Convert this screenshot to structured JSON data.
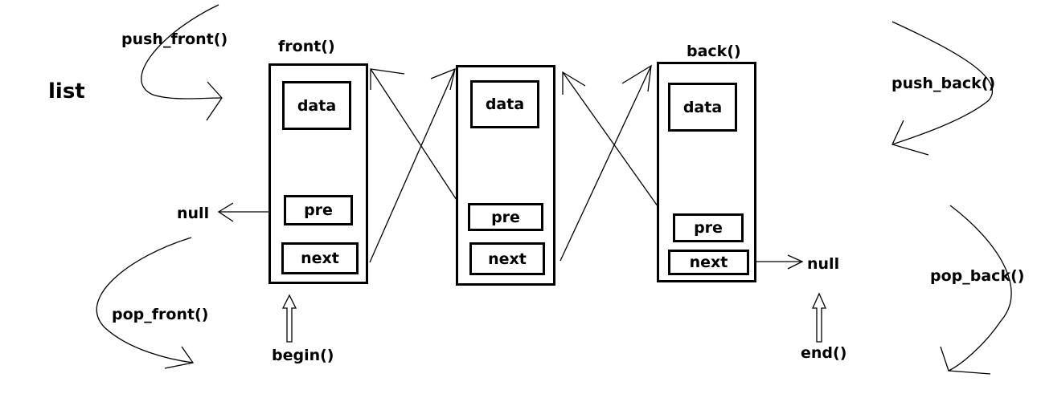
{
  "title": "list",
  "operations": {
    "push_front": "push_front()",
    "pop_front": "pop_front()",
    "push_back": "push_back()",
    "pop_back": "pop_back()"
  },
  "accessors": {
    "front": "front()",
    "back": "back()",
    "begin": "begin()",
    "end": "end()"
  },
  "terminals": {
    "left_null": "null",
    "right_null": "null"
  },
  "nodes": [
    {
      "data": "data",
      "pre": "pre",
      "next": "next"
    },
    {
      "data": "data",
      "pre": "pre",
      "next": "next"
    },
    {
      "data": "data",
      "pre": "pre",
      "next": "next"
    }
  ]
}
